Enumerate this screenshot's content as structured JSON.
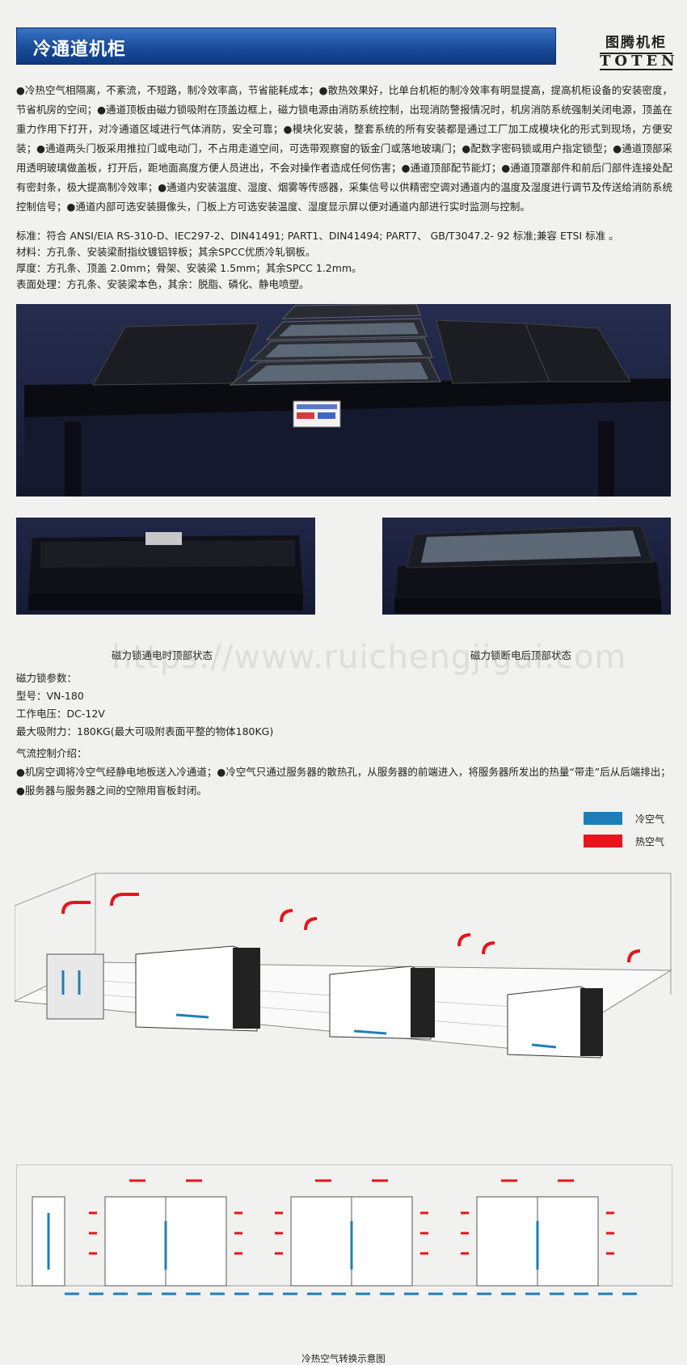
{
  "header": {
    "title": "冷通道机柜"
  },
  "brand": {
    "cn": "图腾机柜",
    "en": "TOTEN"
  },
  "intro": "●冷热空气相隔离，不紊流，不短路，制冷效率高，节省能耗成本；●散热效果好，比单台机柜的制冷效率有明显提高，提高机柜设备的安装密度，节省机房的空间；●通道顶板由磁力锁吸附在顶盖边框上，磁力锁电源由消防系统控制，出现消防警报情况时，机房消防系统强制关闭电源，顶盖在重力作用下打开，对冷通道区域进行气体消防，安全可靠；●模块化安装，整套系统的所有安装都是通过工厂加工成模块化的形式到现场，方便安装；●通道两头门板采用推拉门或电动门，不占用走道空间，可选带观察窗的钣金门或落地玻璃门；●配数字密码锁或用户指定锁型；●通道顶部采用透明玻璃做盖板，打开后，距地面高度方便人员进出，不会对操作者造成任何伤害；●通道顶部配节能灯；●通道顶罩部件和前后门部件连接处配有密封条，极大提高制冷效率；●通道内安装温度、湿度、烟雾等传感器，采集信号以供精密空调对通道内的温度及湿度进行调节及传送给消防系统控制信号；●通道内部可选安装摄像头，门板上方可选安装温度、湿度显示屏以便对通道内部进行实时监测与控制。",
  "specs": [
    "标准：符合 ANSI/EIA RS-310-D、IEC297-2、DIN41491; PART1、DIN41494; PART7、 GB/T3047.2- 92 标准;兼容 ETSI 标准 。",
    "材料：方孔条、安装梁耐指纹镀铝锌板；其余SPCC优质冷轧钢板。",
    "厚度：方孔条、顶盖 2.0mm；骨架、安装梁 1.5mm；其余SPCC 1.2mm。",
    "表面处理：方孔条、安装梁本色，其余：脱脂、磷化、静电喷塑。"
  ],
  "captions": {
    "left": "磁力锁通电时顶部状态",
    "right": "磁力锁断电后顶部状态"
  },
  "watermark": "https://www.ruichengjigui.com",
  "lock": {
    "title": "磁力锁参数：",
    "model": "型号：VN-180",
    "voltage": "工作电压：DC-12V",
    "force": "最大吸附力：180KG(最大可吸附表面平整的物体180KG)"
  },
  "airflow": {
    "title": "气流控制介绍：",
    "text": "●机房空调将冷空气经静电地板送入冷通道；●冷空气只通过服务器的散热孔，从服务器的前端进入，将服务器所发出的热量“带走”后从后端排出；●服务器与服务器之间的空隙用盲板封闭。"
  },
  "legend": {
    "cold": "冷空气",
    "hot": "热空气",
    "cold_color": "#1e7fb8",
    "hot_color": "#e8141b"
  },
  "diagram_caption": "冷热空气转换示意图"
}
